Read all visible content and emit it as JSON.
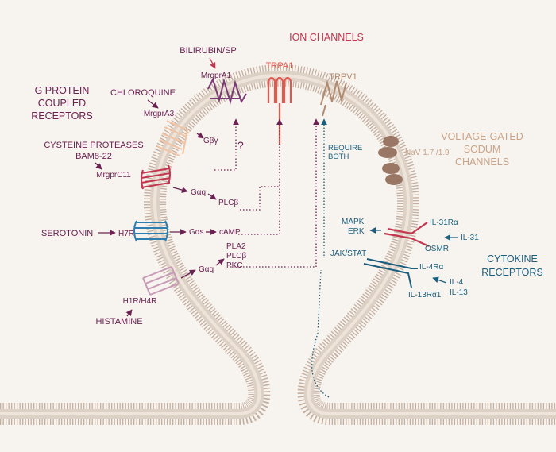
{
  "titles": {
    "ion_channels": "ION CHANNELS",
    "gpcr": [
      "G PROTEIN",
      "COUPLED",
      "RECEPTORS"
    ],
    "voltage_gated": [
      "VOLTAGE-GATED",
      "SODUM",
      "CHANNELS"
    ],
    "cytokine": [
      "CYTOKINE",
      "RECEPTORS"
    ]
  },
  "ligands": {
    "bilirubin": "BILIRUBIN/SP",
    "chloroquine": "CHLOROQUINE",
    "cysteine": [
      "CYSTEINE PROTEASES",
      "BAM8-22"
    ],
    "serotonin": "SEROTONIN",
    "histamine": "HISTAMINE",
    "il31": "IL-31",
    "il4": "IL-4",
    "il13": "IL-13"
  },
  "receptors": {
    "mrgpra1": "MrgprA1",
    "mrgpra3": "MrgprA3",
    "mrgprc11": "MrgprC11",
    "h7r": "H7R",
    "h1r_h4r": "H1R/H4R",
    "trpa1": "TRPA1",
    "trpv1": "TRPV1",
    "nav": "NaV 1.7 /1.9",
    "il31ra": "IL-31Rα",
    "osmr": "OSMR",
    "il4ra": "IL-4Rα",
    "il13ra1": "IL-13Rα1"
  },
  "signals": {
    "gby": "Gβγ",
    "question": "?",
    "gaq1": "Gαq",
    "plcb1": "PLCβ",
    "gas": "Gαs",
    "camp": "cAMP",
    "gaq2": "Gαq",
    "pla2": "PLA2",
    "plcb2": "PLCβ",
    "pkc": "PKC",
    "require_both": [
      "REQUIRE",
      "BOTH"
    ],
    "mapk": "MAPK",
    "erk": "ERK",
    "jakstat": "JAK/STAT"
  },
  "colors": {
    "background": "#f7f3ef",
    "membrane": "#d8c9bd",
    "membrane_edge": "#c4ae9e",
    "gpcr_text": "#6b2151",
    "trpa1": "#e4574d",
    "trpv1": "#b08a6e",
    "mrgpra1": "#7a3a73",
    "mrgpra3": "#f2c3a3",
    "mrgprc11": "#c2364f",
    "h7r": "#2c7fb0",
    "h1r": "#c79ab6",
    "cytokine": "#1b5f7e",
    "nav": "#9a7764",
    "nav_text": "#c9a488"
  }
}
